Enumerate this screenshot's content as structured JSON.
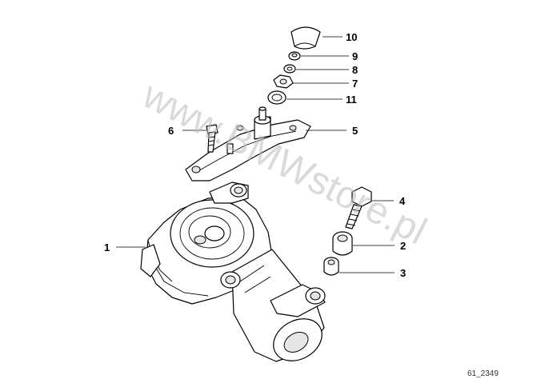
{
  "diagram": {
    "callouts": [
      {
        "id": "c10",
        "text": "10"
      },
      {
        "id": "c9",
        "text": "9"
      },
      {
        "id": "c8",
        "text": "8"
      },
      {
        "id": "c7",
        "text": "7"
      },
      {
        "id": "c11",
        "text": "11"
      },
      {
        "id": "c6",
        "text": "6"
      },
      {
        "id": "c5",
        "text": "5"
      },
      {
        "id": "c4",
        "text": "4"
      },
      {
        "id": "c1",
        "text": "1"
      },
      {
        "id": "c2",
        "text": "2"
      },
      {
        "id": "c3",
        "text": "3"
      }
    ],
    "drawing_code": "61_2349",
    "watermark": "www.BMWstore.pl"
  }
}
